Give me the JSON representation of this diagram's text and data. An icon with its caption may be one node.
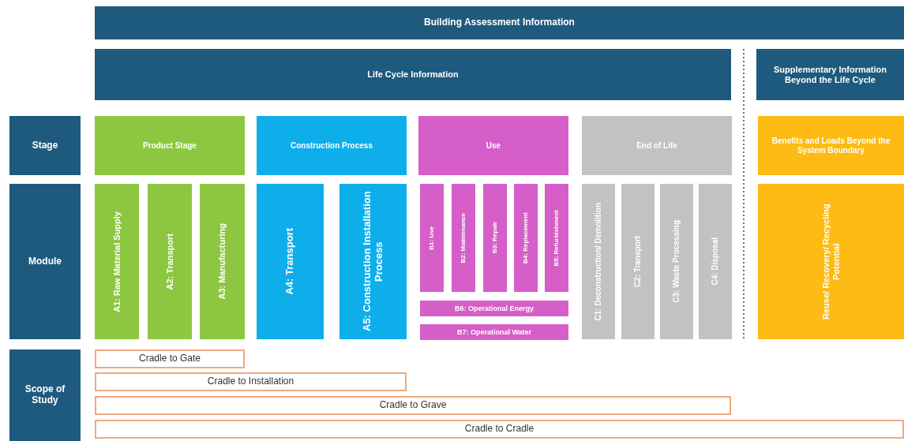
{
  "diagram": {
    "nodes": [
      {
        "text": [
          "Building Assessment Information"
        ]
      },
      {
        "text": [
          "Life Cycle Information"
        ]
      },
      {
        "text": [
          "Supplementary Information Beyond the Life Cycle"
        ]
      },
      {
        "text": [
          "Stage"
        ]
      },
      {
        "text": [
          "Product Stage"
        ]
      },
      {
        "text": [
          "Construction Process"
        ]
      },
      {
        "text": [
          "Use"
        ]
      },
      {
        "text": [
          "End of Life"
        ]
      },
      {
        "text": [
          "Benefits and Loads Beyond the System Boundary"
        ]
      },
      {
        "text": [
          "Module"
        ]
      },
      {
        "text": [
          "A1: Raw Material Supply"
        ]
      },
      {
        "text": [
          "A2: Transport"
        ]
      },
      {
        "text": [
          "A3: Manufacturing"
        ]
      },
      {
        "text": [
          "A4: Transport"
        ]
      },
      {
        "text": [
          "A5: Construction Installation Process"
        ]
      },
      {
        "text": [
          "B1: Use"
        ]
      },
      {
        "text": [
          "B2: Maintenance"
        ]
      },
      {
        "text": [
          "B3: Repair"
        ]
      },
      {
        "text": [
          "B4: Replacement"
        ]
      },
      {
        "text": [
          "B5: Refurbishment"
        ]
      },
      {
        "text": [
          "B6: Operational Energy"
        ]
      },
      {
        "text": [
          "B7: Operational Water"
        ]
      },
      {
        "text": [
          "C1: Deconstruction/ Demolition"
        ]
      },
      {
        "text": [
          "C2: Transport"
        ]
      },
      {
        "text": [
          "C3: Waste Processing"
        ]
      },
      {
        "text": [
          "C4: Disposal"
        ]
      },
      {
        "text": [
          "Reuse/ Recovery/ Recycling Potential"
        ]
      },
      {
        "text": [
          "Scope of Study"
        ]
      },
      {
        "text": [
          "Cradle to Gate"
        ]
      },
      {
        "text": [
          "Cradle to Installation"
        ]
      },
      {
        "text": [
          "Cradle to Grave"
        ]
      },
      {
        "text": [
          "Cradle to Cradle"
        ]
      }
    ],
    "edges": []
  }
}
